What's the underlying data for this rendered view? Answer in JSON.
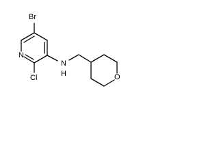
{
  "molecule": {
    "atoms": {
      "bromine": "Br",
      "pyridine_nitrogen": "N",
      "chlorine": "Cl",
      "amine": "N",
      "amine_hydrogen": "H",
      "ether_oxygen": "O"
    },
    "colors": {
      "bond": "#000000",
      "text": "#000000",
      "background": "#ffffff"
    }
  }
}
